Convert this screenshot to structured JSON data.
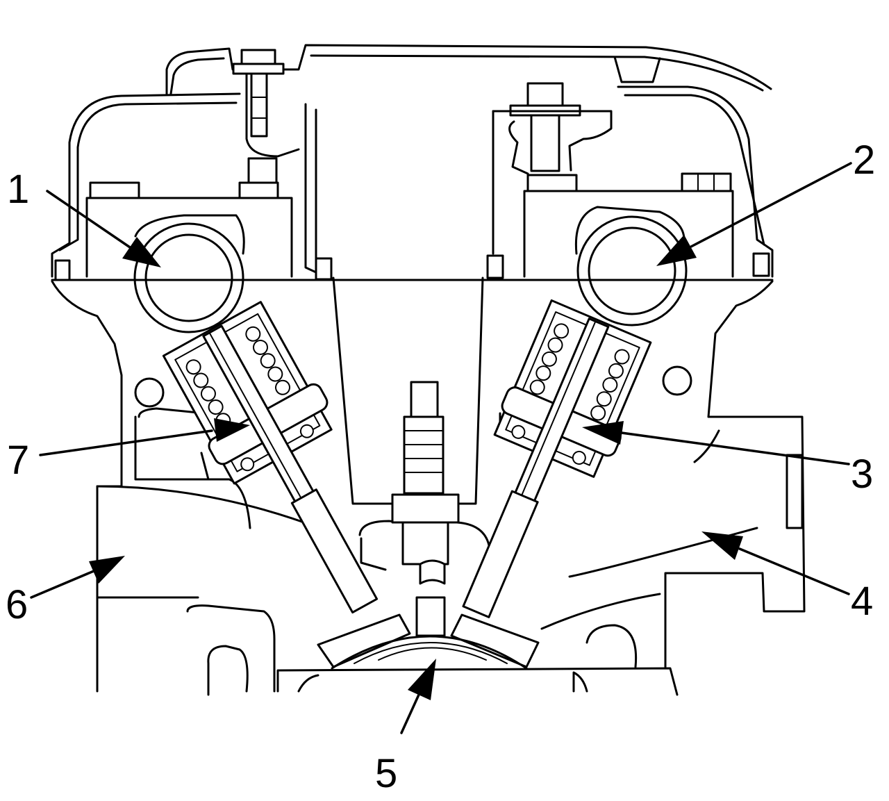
{
  "diagram": {
    "callouts": [
      {
        "id": "c1",
        "label": "1"
      },
      {
        "id": "c2",
        "label": "2"
      },
      {
        "id": "c3",
        "label": "3"
      },
      {
        "id": "c4",
        "label": "4"
      },
      {
        "id": "c5",
        "label": "5"
      },
      {
        "id": "c6",
        "label": "6"
      },
      {
        "id": "c7",
        "label": "7"
      }
    ],
    "colors": {
      "ink": "#000000",
      "paper": "#ffffff"
    }
  }
}
